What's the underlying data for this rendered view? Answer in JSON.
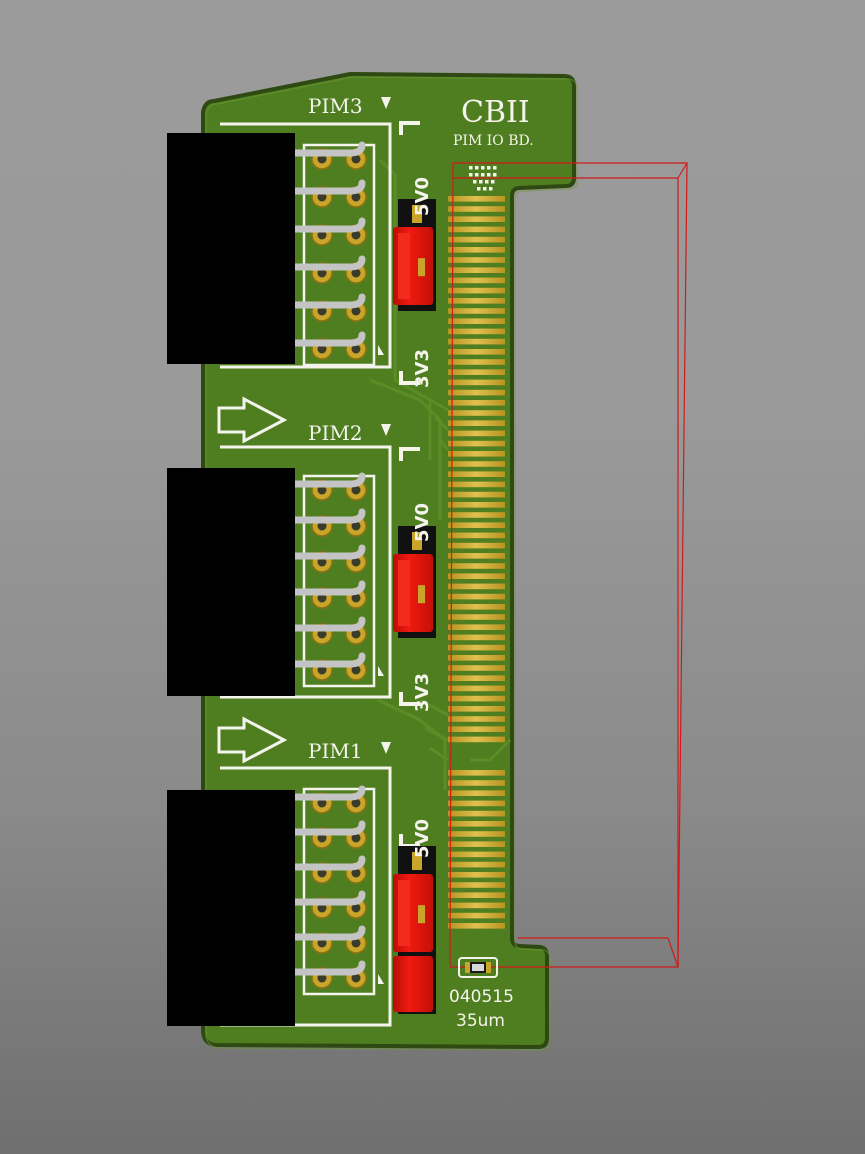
{
  "board": {
    "title": "CBII",
    "subtitle": "PIM IO BD.",
    "date_code": "040515",
    "copper_weight": "35um"
  },
  "headers": [
    {
      "label": "PIM3",
      "voltage_top": "5V0",
      "voltage_bottom": "3V3"
    },
    {
      "label": "PIM2",
      "voltage_top": "5V0",
      "voltage_bottom": "3V3"
    },
    {
      "label": "PIM1",
      "voltage_top": "5V0",
      "voltage_bottom": ""
    }
  ],
  "colors": {
    "pcb_green": "#4e7d1f",
    "pcb_edge": "#2f4a12",
    "gold": "#c9a62a",
    "jumper_red": "#e0160e",
    "connector_black": "#000000",
    "silkscreen": "#f4f4ec",
    "outline_red": "#d21a1a"
  }
}
